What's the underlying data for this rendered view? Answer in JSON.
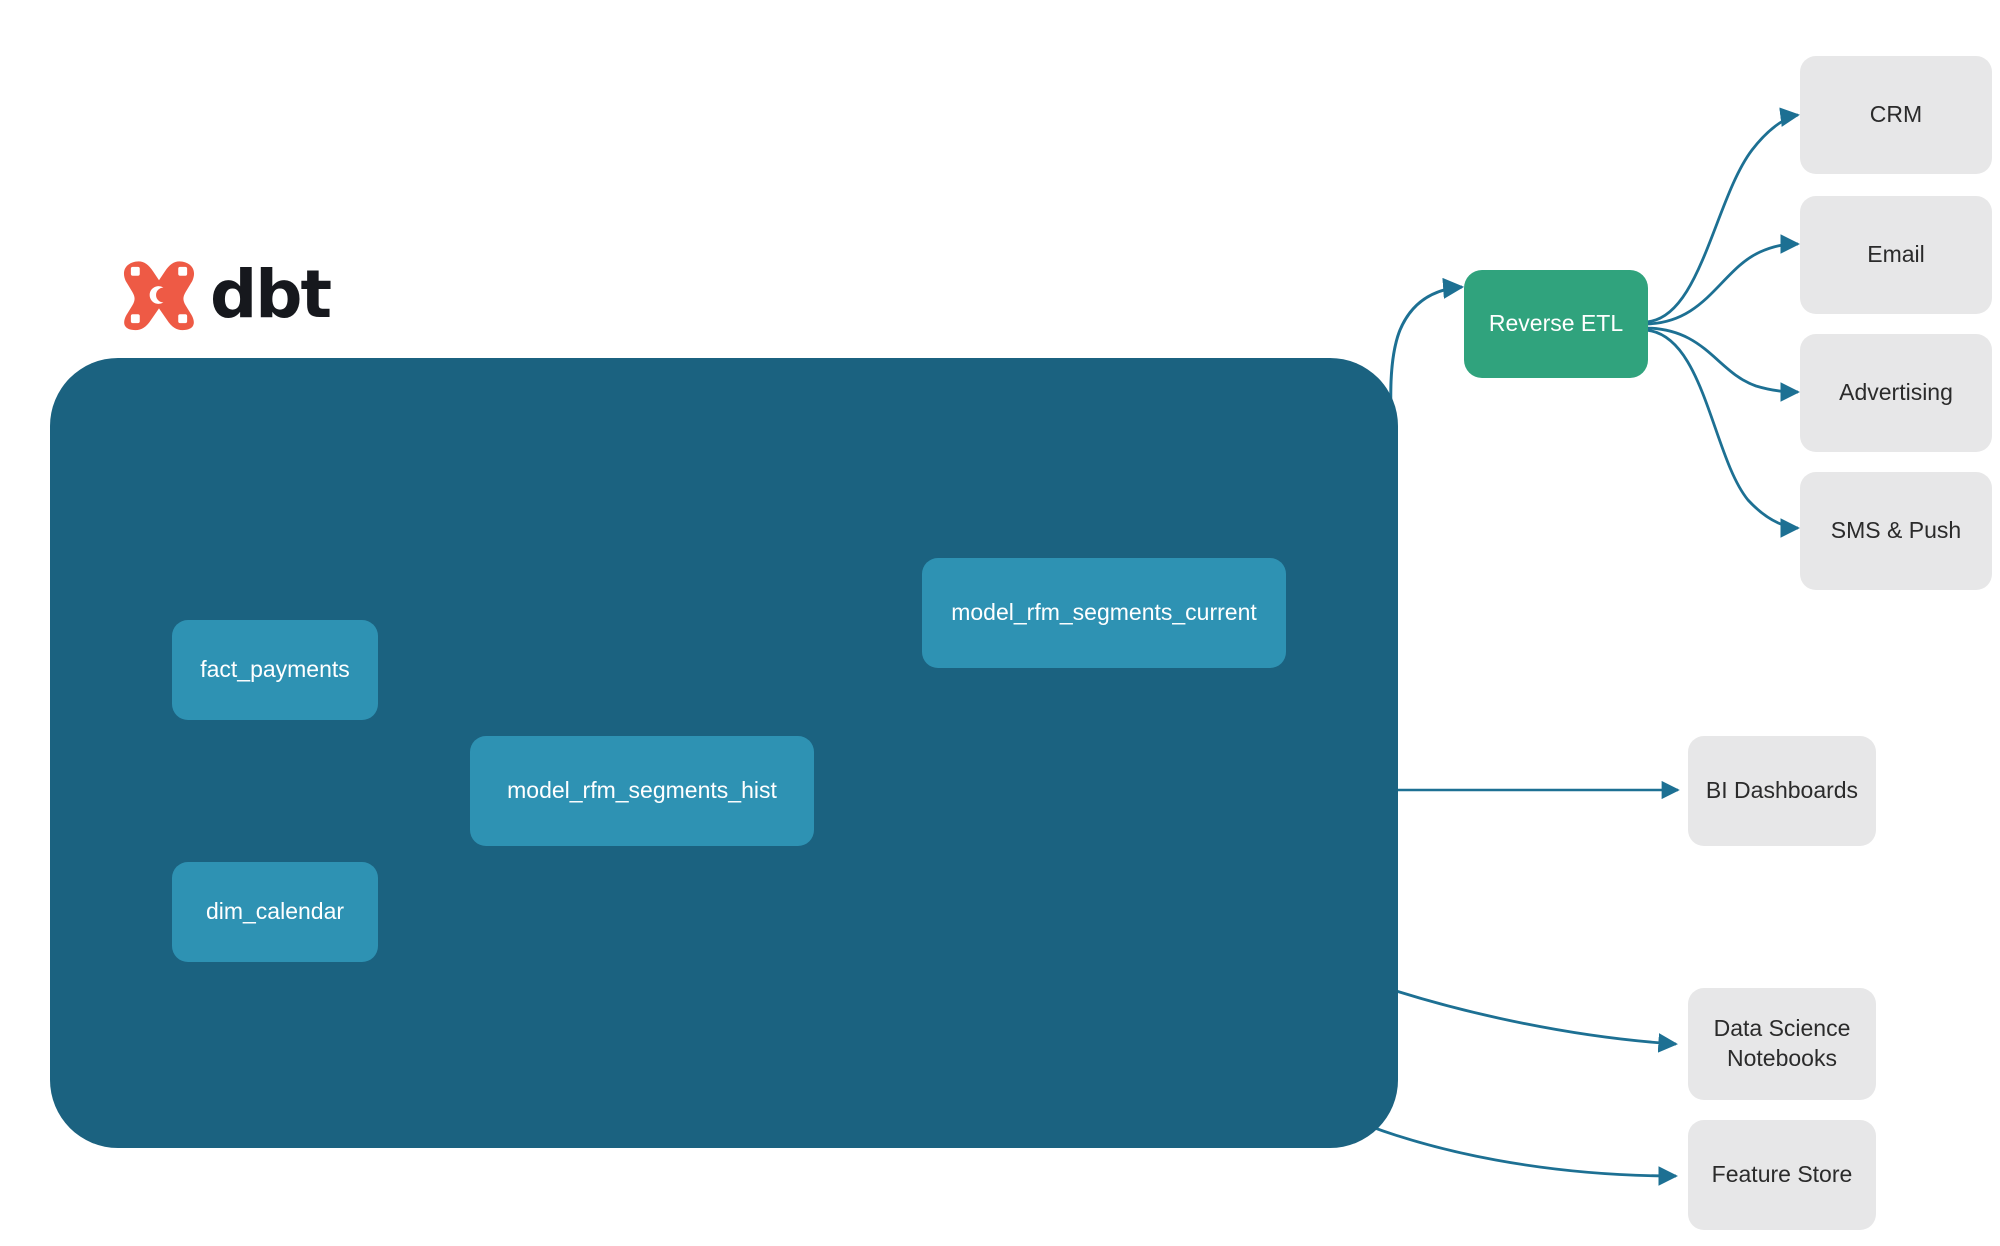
{
  "brand": {
    "name": "dbt",
    "logo_icon": "dbt-x-logo-icon",
    "logo_color": "#ee5a45",
    "wordmark_color": "#16181d"
  },
  "colors": {
    "project_container": "#1b6280",
    "model_node": "#2e92b3",
    "reverse_etl_node": "#30a37d",
    "destination_node": "#e7e7e8",
    "edge_outer": "#1d7093",
    "edge_inner": "#2e92b3",
    "canvas_background": "#ffffff"
  },
  "project": {
    "container_label": "dbt-project-container",
    "nodes": [
      {
        "id": "fact_payments",
        "label": "fact_payments"
      },
      {
        "id": "dim_calendar",
        "label": "dim_calendar"
      },
      {
        "id": "model_rfm_segments_hist",
        "label": "model_rfm_segments_hist"
      },
      {
        "id": "model_rfm_segments_current",
        "label": "model_rfm_segments_current"
      }
    ]
  },
  "activation": {
    "reverse_etl": {
      "id": "reverse_etl",
      "label": "Reverse ETL"
    }
  },
  "destinations": {
    "reverse_etl_targets": [
      {
        "id": "crm",
        "label": "CRM"
      },
      {
        "id": "email",
        "label": "Email"
      },
      {
        "id": "advertising",
        "label": "Advertising"
      },
      {
        "id": "sms_push",
        "label": "SMS & Push"
      }
    ],
    "warehouse_targets": [
      {
        "id": "bi_dashboards",
        "label": "BI Dashboards"
      },
      {
        "id": "data_science_notebooks",
        "label": "Data Science\nNotebooks",
        "line1": "Data Science",
        "line2": "Notebooks"
      },
      {
        "id": "feature_store",
        "label": "Feature Store"
      }
    ]
  },
  "edges": [
    {
      "from": "fact_payments",
      "to": "model_rfm_segments_hist",
      "style": "inner"
    },
    {
      "from": "dim_calendar",
      "to": "model_rfm_segments_hist",
      "style": "inner"
    },
    {
      "from": "model_rfm_segments_hist",
      "to": "model_rfm_segments_current",
      "style": "inner"
    },
    {
      "from": "model_rfm_segments_current",
      "to": "reverse_etl",
      "style": "outer"
    },
    {
      "from": "model_rfm_segments_hist",
      "to": "bi_dashboards",
      "style": "outer"
    },
    {
      "from": "model_rfm_segments_hist",
      "to": "data_science_notebooks",
      "style": "outer"
    },
    {
      "from": "model_rfm_segments_hist",
      "to": "feature_store",
      "style": "outer"
    },
    {
      "from": "reverse_etl",
      "to": "crm",
      "style": "outer"
    },
    {
      "from": "reverse_etl",
      "to": "email",
      "style": "outer"
    },
    {
      "from": "reverse_etl",
      "to": "advertising",
      "style": "outer"
    },
    {
      "from": "reverse_etl",
      "to": "sms_push",
      "style": "outer"
    }
  ]
}
